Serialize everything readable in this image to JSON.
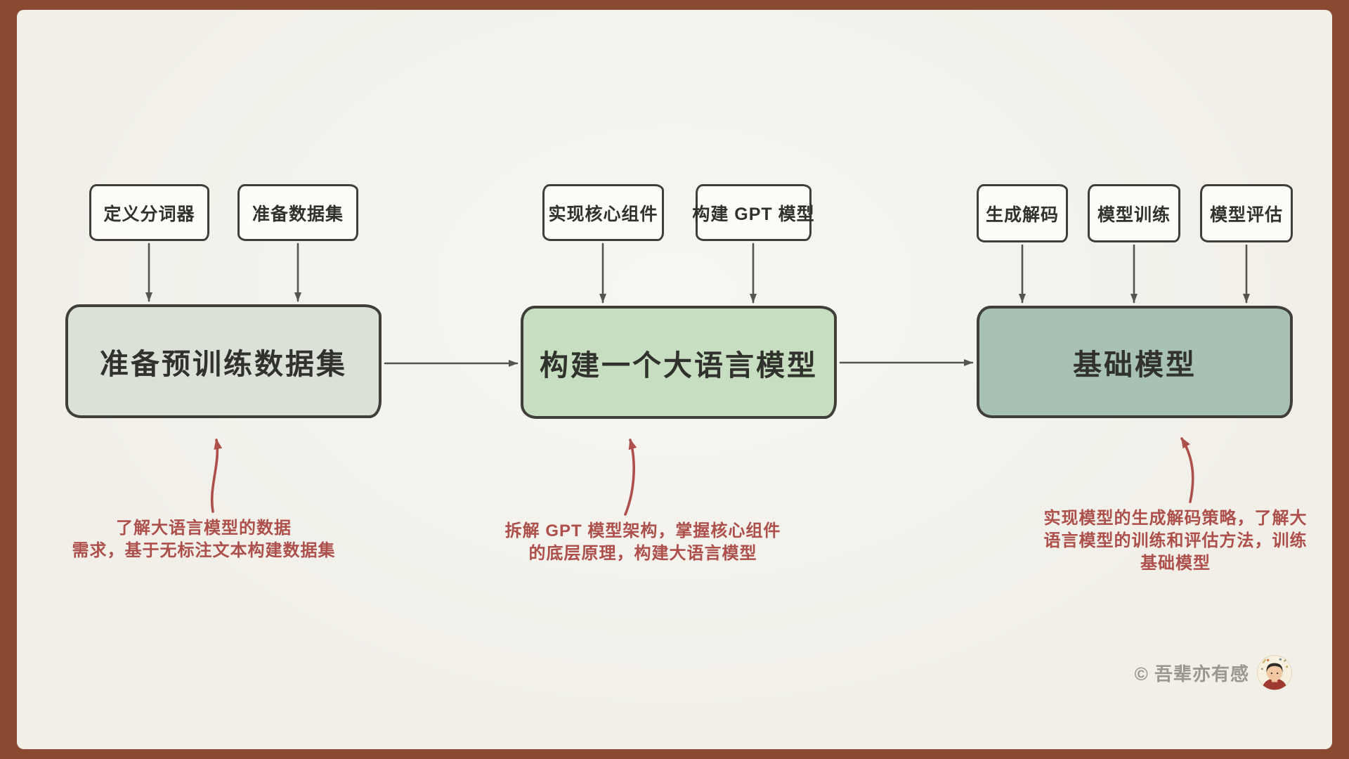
{
  "colors": {
    "frame": "#8a4a31",
    "canvas": "#f1efe8",
    "box_border": "#3f3e39",
    "box_text": "#31312d",
    "small_box_fill": "#fdfcf8",
    "arrow": "#55544e",
    "annotation": "#ad4f4b",
    "watermark_text": "#9c978e"
  },
  "columns": [
    {
      "top_boxes": [
        {
          "label": "定义分词器"
        },
        {
          "label": "准备数据集"
        }
      ],
      "main_box": {
        "label": "准备预训练数据集",
        "fill": "#dbe1d7"
      },
      "annotation": {
        "lines": [
          "了解大语言模型的数据",
          "需求，基于无标注文本构建数据集"
        ]
      }
    },
    {
      "top_boxes": [
        {
          "label": "实现核心组件"
        },
        {
          "label": "构建 GPT 模型"
        }
      ],
      "main_box": {
        "label": "构建一个大语言模型",
        "fill": "#c7dec1"
      },
      "annotation": {
        "lines": [
          "拆解 GPT 模型架构，掌握核心组件",
          "的底层原理，构建大语言模型"
        ]
      }
    },
    {
      "top_boxes": [
        {
          "label": "生成解码"
        },
        {
          "label": "模型训练"
        },
        {
          "label": "模型评估"
        }
      ],
      "main_box": {
        "label": "基础模型",
        "fill": "#a7c2b2"
      },
      "annotation": {
        "lines": [
          "实现模型的生成解码策略，了解大",
          "语言模型的训练和评估方法，训练",
          "基础模型"
        ]
      }
    }
  ],
  "watermark": {
    "text": "© 吾辈亦有感",
    "avatar": "author-avatar"
  }
}
